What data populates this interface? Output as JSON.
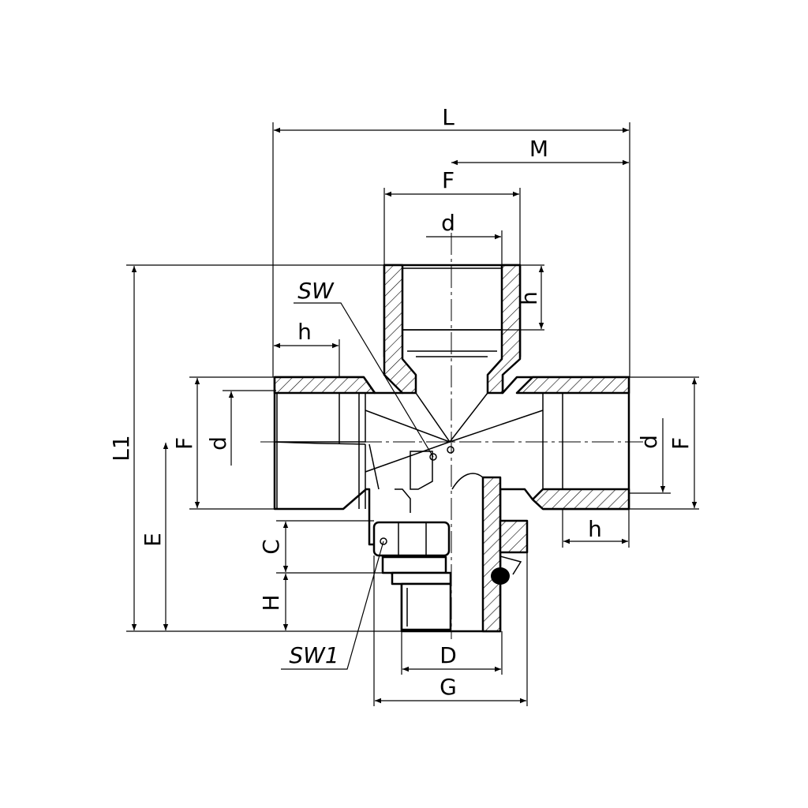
{
  "labels": {
    "L": "L",
    "M": "M",
    "F_top": "F",
    "d_top": "d",
    "h_top": "h",
    "SW": "SW",
    "h_left": "h",
    "F_left": "F",
    "d_left": "d",
    "L1": "L1",
    "E": "E",
    "C": "C",
    "H": "H",
    "SW1": "SW1",
    "D": "D",
    "G": "G",
    "d_right": "d",
    "F_right": "F",
    "h_right": "h"
  }
}
